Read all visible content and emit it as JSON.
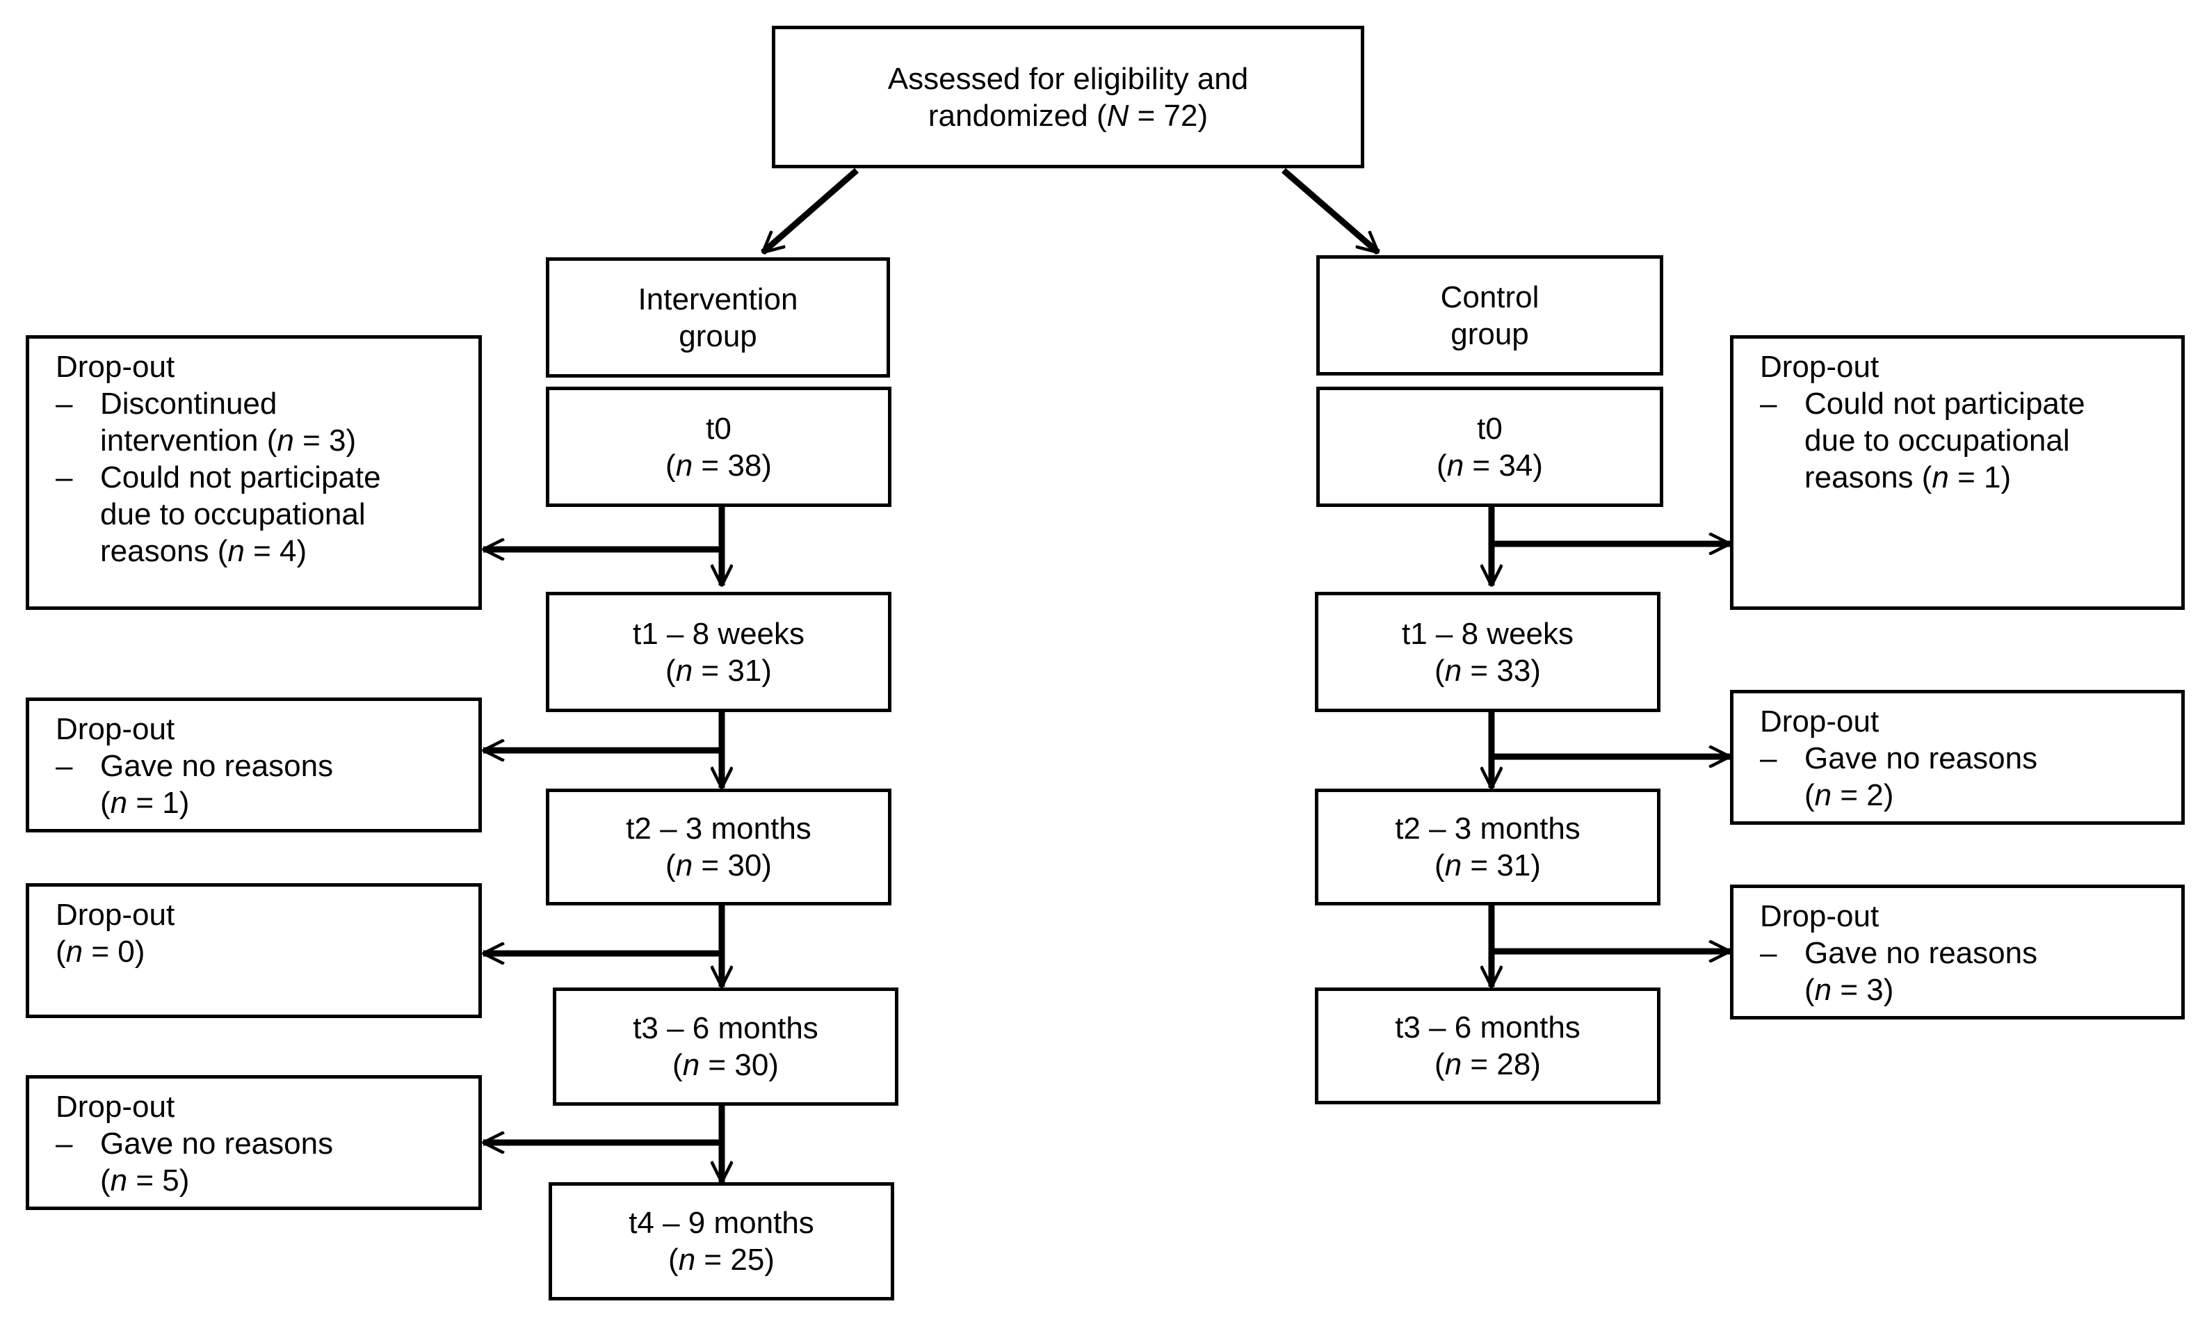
{
  "top_box": {
    "lines": [
      "Assessed for eligibility and",
      "randomized (N = 72)"
    ]
  },
  "arms": [
    {
      "id": "intervention",
      "group_box": {
        "lines": [
          "Intervention",
          "group"
        ]
      },
      "stages": [
        {
          "label": "t0",
          "n": "38"
        },
        {
          "label": "t1 – 8 weeks",
          "n": "31"
        },
        {
          "label": "t2 – 3 months",
          "n": "30"
        },
        {
          "label": "t3 – 6 months",
          "n": "30"
        },
        {
          "label": "t4 – 9 months",
          "n": "25"
        }
      ],
      "dropouts": [
        {
          "title": "Drop-out",
          "entries": [
            {
              "dash": "–",
              "lines": [
                "Discontinued",
                "intervention (n = 3)"
              ]
            },
            {
              "dash": "–",
              "lines": [
                "Could not participate",
                "due to occupational",
                "reasons (n = 4)"
              ]
            }
          ]
        },
        {
          "title": "Drop-out",
          "entries": [
            {
              "dash": "–",
              "lines": [
                "Gave no reasons",
                "(n = 1)"
              ]
            }
          ]
        },
        {
          "title": "Drop-out",
          "plain": "(n = 0)"
        },
        {
          "title": "Drop-out",
          "entries": [
            {
              "dash": "–",
              "lines": [
                "Gave no reasons",
                "(n = 5)"
              ]
            }
          ]
        }
      ]
    },
    {
      "id": "control",
      "group_box": {
        "lines": [
          "Control",
          "group"
        ]
      },
      "stages": [
        {
          "label": "t0",
          "n": "34"
        },
        {
          "label": "t1 – 8 weeks",
          "n": "33"
        },
        {
          "label": "t2 – 3 months",
          "n": "31"
        },
        {
          "label": "t3 – 6 months",
          "n": "28"
        }
      ],
      "dropouts": [
        {
          "title": "Drop-out",
          "entries": [
            {
              "dash": "–",
              "lines": [
                "Could not participate",
                "due to occupational",
                "reasons (n = 1)"
              ]
            }
          ]
        },
        {
          "title": "Drop-out",
          "entries": [
            {
              "dash": "–",
              "lines": [
                "Gave no reasons",
                "(n = 2)"
              ]
            }
          ]
        },
        {
          "title": "Drop-out",
          "entries": [
            {
              "dash": "–",
              "lines": [
                "Gave no reasons",
                "(n = 3)"
              ]
            }
          ]
        }
      ]
    }
  ]
}
